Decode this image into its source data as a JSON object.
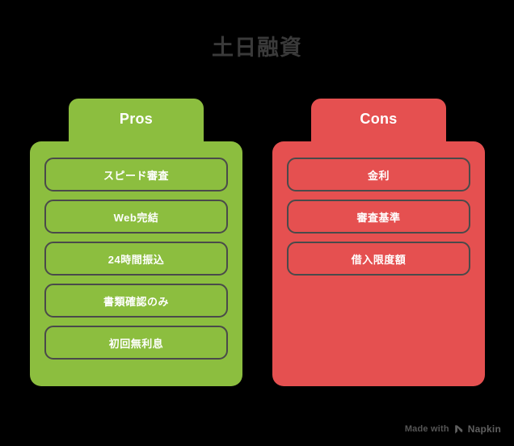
{
  "page": {
    "title": "土日融資",
    "background_color": "#000000",
    "title_color": "#3A3A3A"
  },
  "columns": [
    {
      "id": "pros",
      "header": "Pros",
      "color": "#8CBE3F",
      "items": [
        "スピード審査",
        "Web完結",
        "24時間振込",
        "書類確認のみ",
        "初回無利息"
      ]
    },
    {
      "id": "cons",
      "header": "Cons",
      "color": "#E55050",
      "items": [
        "金利",
        "審査基準",
        "借入限度額"
      ]
    }
  ],
  "watermark": {
    "made_with": "Made with",
    "brand": "Napkin",
    "logo_icon": "napkin-play-logo-icon"
  }
}
